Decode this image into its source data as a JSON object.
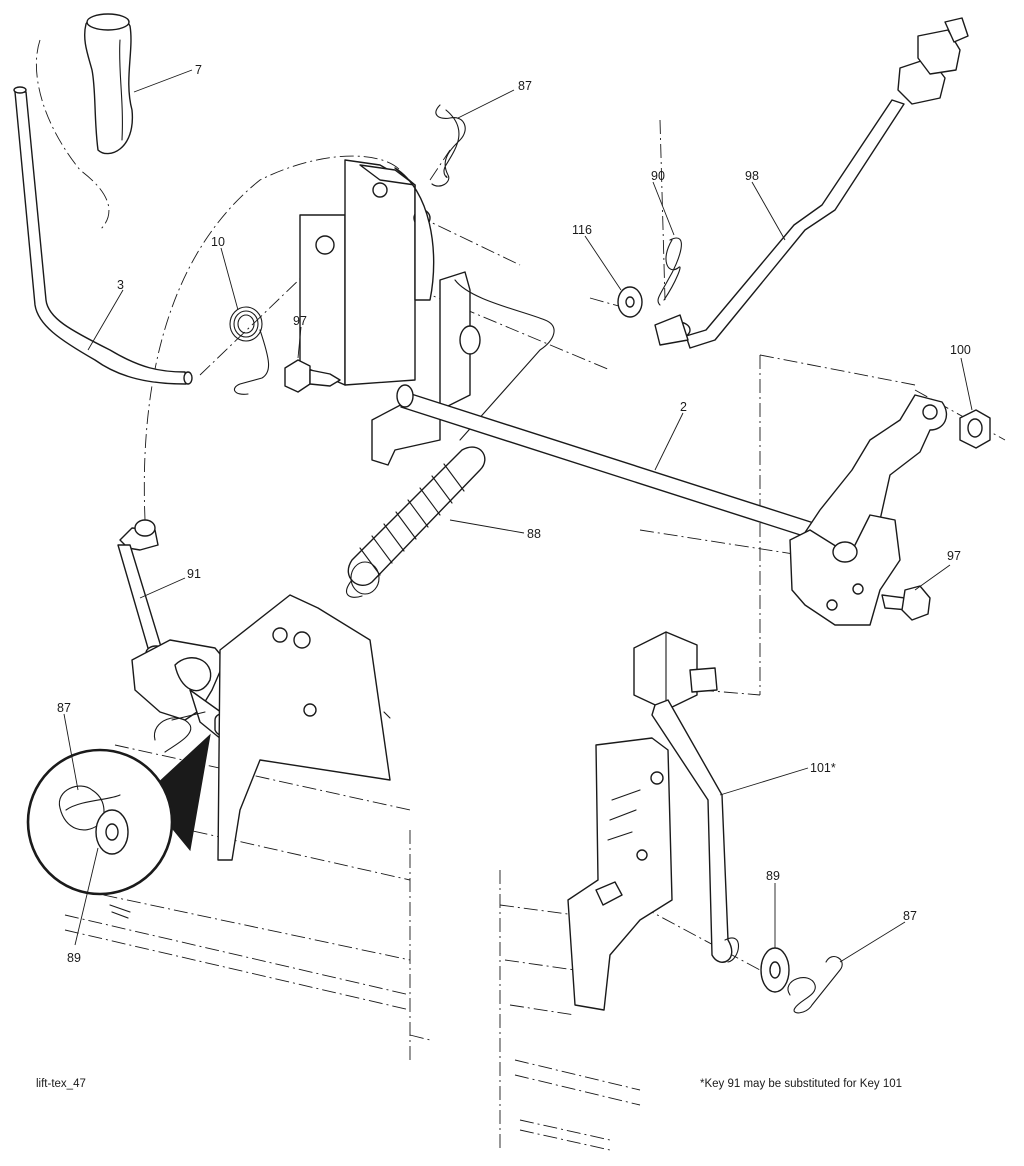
{
  "figure": {
    "id_label": "lift-tex_47",
    "footnote": "*Key 91 may be substituted for Key 101"
  },
  "callouts": {
    "c7": "7",
    "c87_top": "87",
    "c90": "90",
    "c98": "98",
    "c116": "116",
    "c10": "10",
    "c3": "3",
    "c97_left": "97",
    "c100": "100",
    "c2": "2",
    "c88": "88",
    "c97_right": "97",
    "c91": "91",
    "c87_inset": "87",
    "c89_inset": "89",
    "c101": "101*",
    "c89_right": "89",
    "c87_right": "87"
  },
  "colors": {
    "ink": "#1a1a1a",
    "paper": "#ffffff"
  }
}
